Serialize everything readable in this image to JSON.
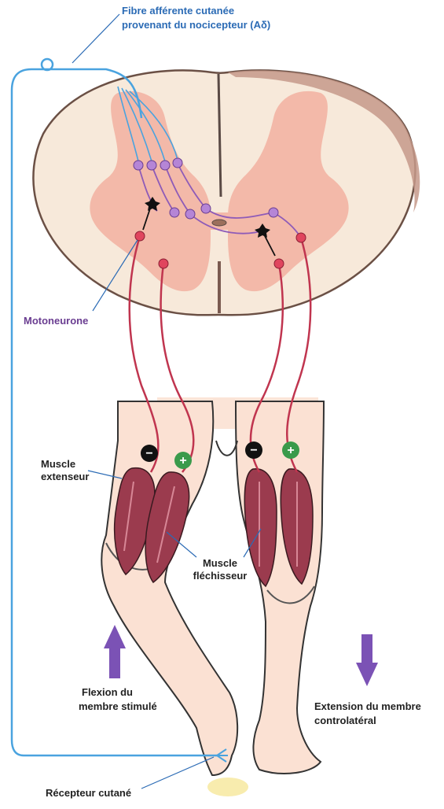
{
  "labels": {
    "fibre_line1": "Fibre afférente cutanée",
    "fibre_line2": "provenant du nocicepteur (Aδ)",
    "motoneurone": "Motoneurone",
    "muscle_extenseur_line1": "Muscle",
    "muscle_extenseur_line2": "extenseur",
    "muscle_flechisseur_line1": "Muscle",
    "muscle_flechisseur_line2": "fléchisseur",
    "flexion_line1": "Flexion du",
    "flexion_line2": "membre stimulé",
    "extension_line1": "Extension du membre",
    "extension_line2": "controlatéral",
    "recepteur": "Récepteur cutané"
  },
  "signs": {
    "inhibition": "−",
    "excitation": "+"
  },
  "colors": {
    "afferent_fiber": "#4aa3df",
    "motor_fiber": "#c0354f",
    "interneuron": "#b585d6",
    "arrow": "#7b52b5",
    "grey_matter": "#f3b9a9",
    "white_matter": "#f7e9da",
    "skin": "#fbe1d3",
    "muscle": "#9b3b4e",
    "inhibition_badge": "#111111",
    "excitation_badge": "#3a9a4b"
  }
}
